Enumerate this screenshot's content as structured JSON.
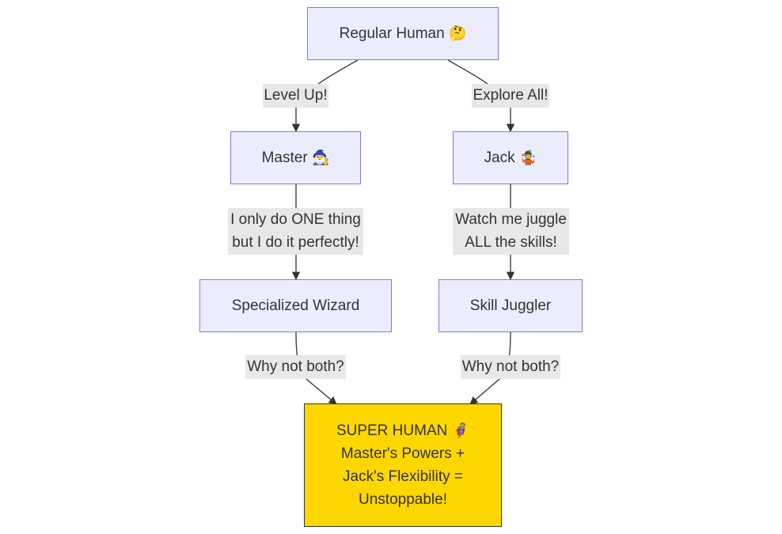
{
  "nodes": {
    "regular_human": {
      "label": "Regular Human",
      "emoji": "🤔"
    },
    "master": {
      "label": "Master",
      "emoji": "🧙‍♂️"
    },
    "jack": {
      "label": "Jack",
      "emoji": "🤹"
    },
    "specialized_wizard": {
      "label": "Specialized Wizard"
    },
    "skill_juggler": {
      "label": "Skill Juggler"
    },
    "super_human": {
      "line1": "SUPER HUMAN",
      "emoji": "🦸",
      "line2": "Master's Powers +",
      "line3": "Jack's Flexibility =",
      "line4": "Unstoppable!"
    }
  },
  "edges": {
    "level_up": "Level Up!",
    "explore_all": "Explore All!",
    "master_to_wizard": {
      "line1": "I only do ONE thing",
      "line2": "but I do it perfectly!"
    },
    "jack_to_juggler": {
      "line1": "Watch me juggle",
      "line2": "ALL the skills!"
    },
    "wizard_to_super": "Why not both?",
    "juggler_to_super": "Why not both?"
  },
  "colors": {
    "node_fill": "#ececff",
    "node_border": "#9370db",
    "super_fill": "#ffd700",
    "super_border": "#333333",
    "edge_label_bg": "#e8e8e8",
    "edge_stroke": "#333333",
    "text": "#333333"
  }
}
